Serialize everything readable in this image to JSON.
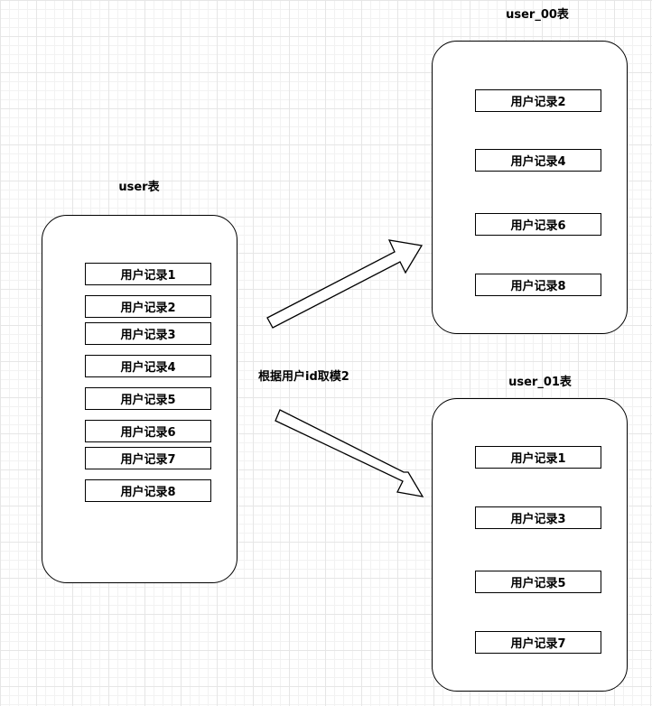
{
  "source_table": {
    "title": "user表",
    "records": [
      "用户记录1",
      "用户记录2",
      "用户记录3",
      "用户记录4",
      "用户记录5",
      "用户记录6",
      "用户记录7",
      "用户记录8"
    ]
  },
  "rule_label": "根据用户id取模2",
  "target_table_00": {
    "title": "user_00表",
    "records": [
      "用户记录2",
      "用户记录4",
      "用户记录6",
      "用户记录8"
    ]
  },
  "target_table_01": {
    "title": "user_01表",
    "records": [
      "用户记录1",
      "用户记录3",
      "用户记录5",
      "用户记录7"
    ]
  },
  "colors": {
    "stroke": "#000000",
    "fill": "#ffffff",
    "grid": "#e6e6e6"
  }
}
